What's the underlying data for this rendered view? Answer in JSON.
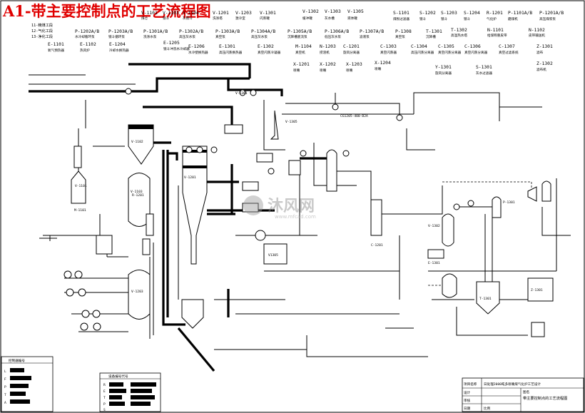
{
  "title": "A1-带主要控制点的工艺流程图",
  "legend": [
    "11-精煤工段",
    "12-气化工段",
    "13-净化工段"
  ],
  "equipment_row1": [
    {
      "tag": "V-1101",
      "name": "煤仓"
    },
    {
      "tag": "V-1103",
      "name": "锁斗"
    },
    {
      "tag": "V-1104",
      "name": "灰锁斗"
    },
    {
      "tag": "V-1201",
      "name": "洗涤塔"
    },
    {
      "tag": "V-1203",
      "name": "激冷室"
    },
    {
      "tag": "V-1301",
      "name": "闪蒸罐"
    },
    {
      "tag": "V-1302",
      "name": "缓冲罐"
    },
    {
      "tag": "V-1303",
      "name": "灰水槽"
    },
    {
      "tag": "V-1305",
      "name": "液体罐"
    }
  ],
  "equipment_row1b": [
    {
      "tag": "S-1101",
      "name": "煤粉过滤器"
    },
    {
      "tag": "S-1202",
      "name": "锁斗"
    },
    {
      "tag": "S-1203",
      "name": "锁斗"
    },
    {
      "tag": "S-1204",
      "name": "锁斗"
    },
    {
      "tag": "R-1201",
      "name": "气化炉"
    },
    {
      "tag": "P-1101A/B",
      "name": "磨煤机"
    },
    {
      "tag": "P-1201A/B",
      "name": "高压煤浆泵"
    }
  ],
  "equipment_row2": [
    {
      "tag": "P-1202A/B",
      "name": "水冷却循环泵"
    },
    {
      "tag": "P-1203A/B",
      "name": "锁斗循环泵"
    },
    {
      "tag": "P-1301A/B",
      "name": "洗涤水泵"
    },
    {
      "tag": "P-1302A/B",
      "name": "高压灰水泵"
    },
    {
      "tag": "P-1303A/B",
      "name": "真空泵"
    },
    {
      "tag": "P-1304A/B",
      "name": "高压灰水泵"
    },
    {
      "tag": "P-1305A/B",
      "name": "沉降槽底流泵"
    },
    {
      "tag": "P-1306A/B",
      "name": "低压灰水泵"
    },
    {
      "tag": "P-1307A/B",
      "name": "滤液泵"
    },
    {
      "tag": "P-1308",
      "name": "真空泵"
    },
    {
      "tag": "T-1301",
      "name": "沉降槽"
    },
    {
      "tag": "T-1302",
      "name": "高温热水塔"
    },
    {
      "tag": "N-1101",
      "name": "给煤称重皮带"
    },
    {
      "tag": "N-1102",
      "name": "皮带输送机"
    }
  ],
  "equipment_row3": [
    {
      "tag": "E-1101",
      "name": "氧气预热器"
    },
    {
      "tag": "E-1102",
      "name": "热风炉"
    },
    {
      "tag": "E-1204",
      "name": "冷却水换热器"
    },
    {
      "tag": "E-1205",
      "name": "锁斗冲洗水冷却器"
    },
    {
      "tag": "E-1206",
      "name": "水冷壁换热器"
    },
    {
      "tag": "E-1301",
      "name": "高压闪蒸换热器"
    },
    {
      "tag": "E-1302",
      "name": "真空闪蒸冷凝器"
    },
    {
      "tag": "M-1104",
      "name": "真空机"
    },
    {
      "tag": "N-1203",
      "name": "捞渣机"
    },
    {
      "tag": "C-1201",
      "name": "旋风分离器"
    },
    {
      "tag": "C-1303",
      "name": "真空闪蒸器"
    },
    {
      "tag": "C-1304",
      "name": "高压闪蒸分离器"
    },
    {
      "tag": "C-1305",
      "name": "真空闪蒸分离器"
    },
    {
      "tag": "C-1306",
      "name": "真空闪蒸分离器"
    },
    {
      "tag": "C-1307",
      "name": "真空过滤系统"
    },
    {
      "tag": "Z-1301",
      "name": "滤布"
    }
  ],
  "equipment_row4": [
    {
      "tag": "X-1201",
      "name": "喷嘴"
    },
    {
      "tag": "X-1202",
      "name": "喷嘴"
    },
    {
      "tag": "X-1203",
      "name": "喷嘴"
    },
    {
      "tag": "X-1204",
      "name": "喷嘴"
    },
    {
      "tag": "Y-1301",
      "name": "旋风分离器"
    },
    {
      "tag": "S-1301",
      "name": "灰水过滤器"
    },
    {
      "tag": "Z-1302",
      "name": "滤布机"
    }
  ],
  "process_tags": {
    "coal_bin": "V-1101",
    "mill": "M-1101",
    "feed_hopper": "V-1102",
    "lock_hopper": "V-1103",
    "gasifier": "R-1201",
    "quench": "V-1203",
    "scrubber": "V-1201",
    "flash1": "V-1301",
    "flash2": "V-1302",
    "settler": "T-1301",
    "filter": "Z-1301",
    "vessel_right": "V-1305",
    "separator": "C-1201",
    "exchanger_right": "E-1301",
    "pump_right": "P-1301",
    "pipe_label_top": "CG1205-400-B2A",
    "vessel_mid": "V1305"
  },
  "table_left": {
    "header": "控制器编号",
    "rows": [
      "L",
      "F",
      "P",
      "T",
      "A"
    ]
  },
  "table_mid": {
    "header": "设备编号代号",
    "rows": [
      "R",
      "E",
      "T",
      "P",
      "S"
    ]
  },
  "title_block": {
    "project_label": "项目名称",
    "project": "日处理2000吨多喷嘴煤气化炉工艺设计",
    "drawing_label": "图名",
    "drawing": "带主要控制点的工艺流程图",
    "design": "设计",
    "check": "审核",
    "date": "日期",
    "scale": "比例"
  },
  "watermark": {
    "main": "沐风网",
    "sub": "www.mfcad.com"
  }
}
